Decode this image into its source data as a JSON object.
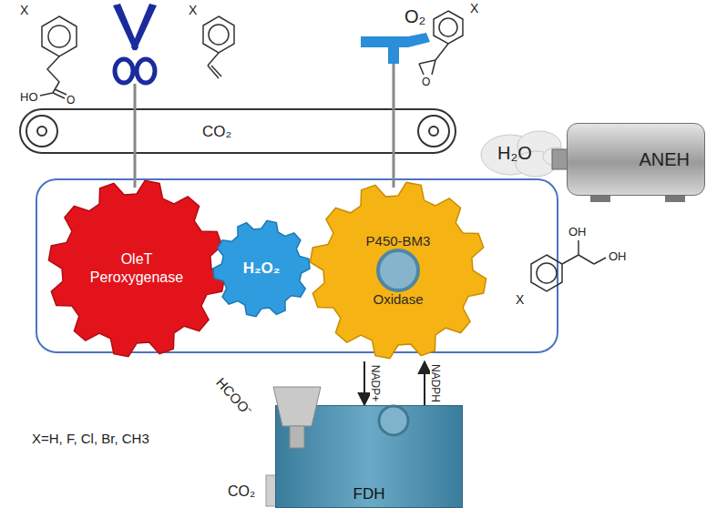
{
  "diagram": {
    "nodes": [
      {
        "text": [
          "OleT Peroxygenase"
        ]
      },
      {
        "text": [
          "H₂O₂"
        ]
      },
      {
        "text": [
          "P450-BM3 Oxidase"
        ]
      },
      {
        "text": [
          "ANEH"
        ]
      },
      {
        "text": [
          "FDH"
        ]
      }
    ],
    "edges": [
      {
        "from": 2,
        "to": 4,
        "arrow": "to",
        "label": "NADP+"
      },
      {
        "from": 4,
        "to": 2,
        "arrow": "to",
        "label": "NADPH"
      }
    ],
    "labels": [
      "X",
      "HO",
      "O",
      "X",
      "CO₂",
      "O₂",
      "X",
      "O",
      "H₂O",
      "X",
      "OH",
      "OH",
      "HCOO⁻",
      "CO₂",
      "X=H, F, Cl, Br, CH3"
    ]
  }
}
